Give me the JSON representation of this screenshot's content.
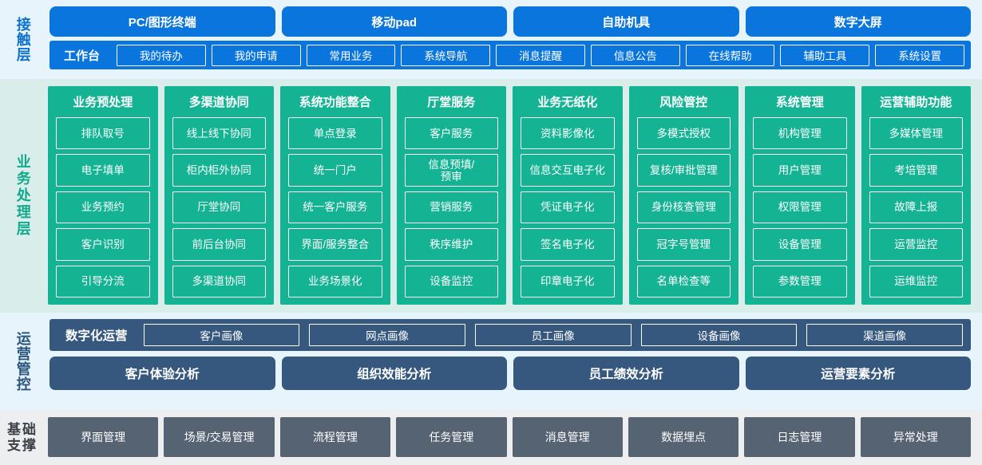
{
  "colors": {
    "contact_blue": "#0a76dd",
    "contact_band": "#e8f4fb",
    "business_green": "#14b394",
    "business_band": "#d9eeea",
    "ops_navy": "#37587e",
    "base_gray": "#566373",
    "base_band": "#eceef0"
  },
  "layers": {
    "contact": {
      "label": "接触层",
      "channels": [
        "PC/图形终端",
        "移动pad",
        "自助机具",
        "数字大屏"
      ],
      "workbench_title": "工作台",
      "nav_items": [
        "我的待办",
        "我的申请",
        "常用业务",
        "系统导航",
        "消息提醒",
        "信息公告",
        "在线帮助",
        "辅助工具",
        "系统设置"
      ]
    },
    "business": {
      "label": "业务处理层",
      "columns": [
        {
          "title": "业务预处理",
          "items": [
            "排队取号",
            "电子填单",
            "业务预约",
            "客户识别",
            "引导分流"
          ]
        },
        {
          "title": "多渠道协同",
          "items": [
            "线上线下协同",
            "柜内柜外协同",
            "厅堂协同",
            "前后台协同",
            "多渠道协同"
          ]
        },
        {
          "title": "系统功能整合",
          "items": [
            "单点登录",
            "统一门户",
            "统一客户服务",
            "界面/服务整合",
            "业务场景化"
          ]
        },
        {
          "title": "厅堂服务",
          "items": [
            "客户服务",
            "信息预填/\n预审",
            "营销服务",
            "秩序维护",
            "设备监控"
          ]
        },
        {
          "title": "业务无纸化",
          "items": [
            "资料影像化",
            "信息交互电子化",
            "凭证电子化",
            "签名电子化",
            "印章电子化"
          ]
        },
        {
          "title": "风险管控",
          "items": [
            "多模式授权",
            "复核/审批管理",
            "身份核查管理",
            "冠字号管理",
            "名单检查等"
          ]
        },
        {
          "title": "系统管理",
          "items": [
            "机构管理",
            "用户管理",
            "权限管理",
            "设备管理",
            "参数管理"
          ]
        },
        {
          "title": "运营辅助功能",
          "items": [
            "多媒体管理",
            "考培管理",
            "故障上报",
            "运营监控",
            "运维监控"
          ]
        }
      ]
    },
    "operations": {
      "label": "运营管控",
      "row1_title": "数字化运营",
      "row1_items": [
        "客户画像",
        "网点画像",
        "员工画像",
        "设备画像",
        "渠道画像"
      ],
      "row2_items": [
        "客户体验分析",
        "组织效能分析",
        "员工绩效分析",
        "运营要素分析"
      ]
    },
    "foundation": {
      "label_line1": "基础",
      "label_line2": "支撑",
      "items": [
        "界面管理",
        "场景/交易管理",
        "流程管理",
        "任务管理",
        "消息管理",
        "数据埋点",
        "日志管理",
        "异常处理"
      ]
    }
  }
}
